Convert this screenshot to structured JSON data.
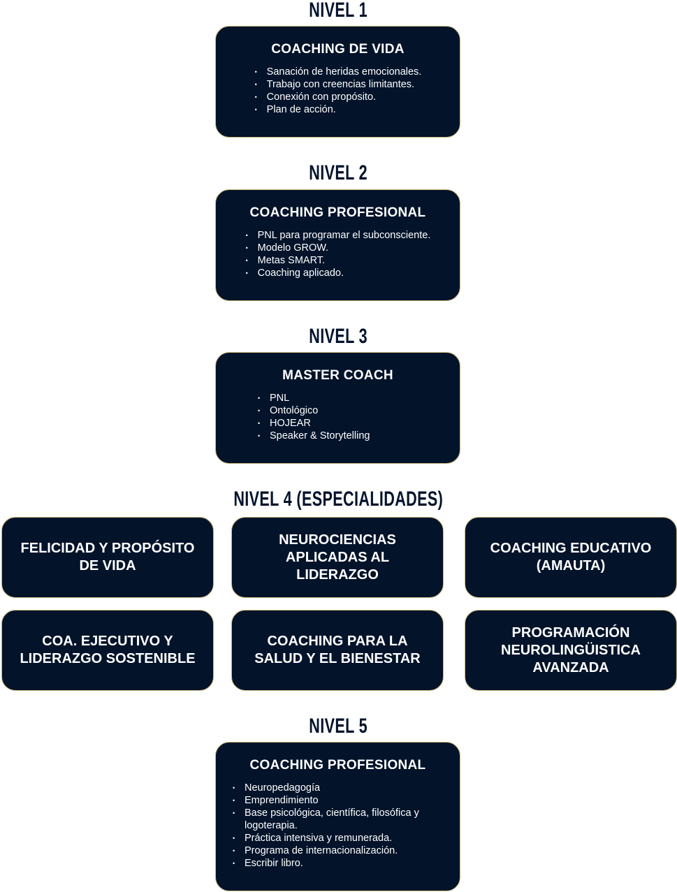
{
  "levels": [
    {
      "heading": "NIVEL 1",
      "title": "COACHING DE VIDA",
      "items": [
        "Sanación de heridas emocionales.",
        "Trabajo con creencias limitantes.",
        "Conexión con propósito.",
        "Plan de acción."
      ]
    },
    {
      "heading": "NIVEL 2",
      "title": "COACHING PROFESIONAL",
      "items": [
        "PNL para programar el subconsciente.",
        "Modelo GROW.",
        "Metas SMART.",
        "Coaching aplicado."
      ]
    },
    {
      "heading": "NIVEL 3",
      "title": "MASTER COACH",
      "items": [
        "PNL",
        "Ontológico",
        "HOJEAR",
        "Speaker & Storytelling"
      ]
    },
    {
      "heading": "NIVEL 4 (ESPECIALIDADES)",
      "specialties": [
        "FELICIDAD Y PROPÓSITO DE VIDA",
        "NEUROCIENCIAS APLICADAS AL LIDERAZGO",
        "COACHING EDUCATIVO (AMAUTA)",
        "COA. EJECUTIVO Y LIDERAZGO SOSTENIBLE",
        "COACHING PARA LA SALUD Y EL BIENESTAR",
        "PROGRAMACIÓN NEUROLINGÜISTICA AVANZADA"
      ]
    },
    {
      "heading": "NIVEL 5",
      "title": "COACHING PROFESIONAL",
      "items": [
        "Neuropedagogía",
        "Emprendimiento",
        "Base psicológica, científica, filosófica y logoterapia.",
        "Práctica intensiva y remunerada.",
        "Programa de internacionalización.",
        "Escribir libro."
      ]
    }
  ],
  "colors": {
    "box": "#02132a",
    "border": "#c9b77a",
    "heading": "#02132b"
  }
}
